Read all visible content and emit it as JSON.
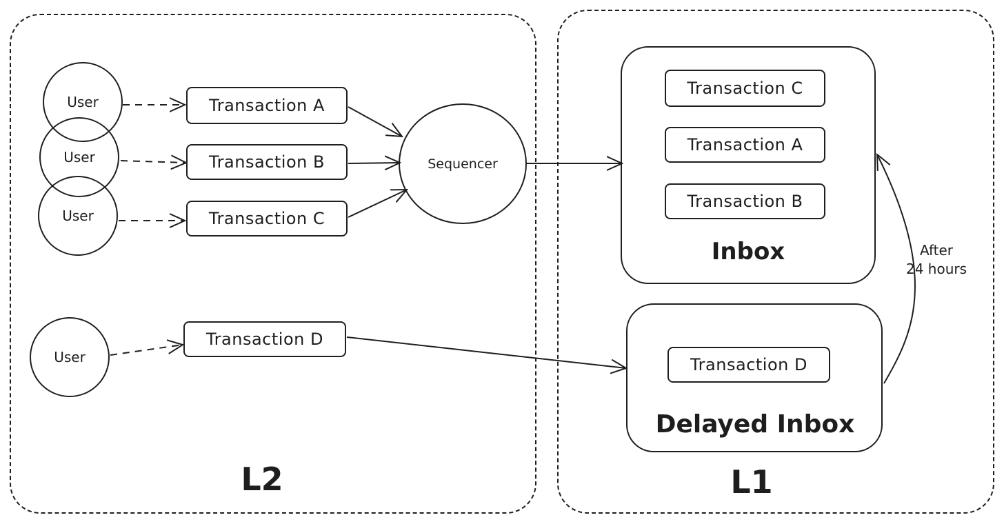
{
  "regions": {
    "l2_label": "L2",
    "l1_label": "L1"
  },
  "users": [
    {
      "label": "User"
    },
    {
      "label": "User"
    },
    {
      "label": "User"
    },
    {
      "label": "User"
    }
  ],
  "l2_transactions": [
    {
      "label": "Transaction A"
    },
    {
      "label": "Transaction B"
    },
    {
      "label": "Transaction C"
    },
    {
      "label": "Transaction D"
    }
  ],
  "sequencer": {
    "label": "Sequencer"
  },
  "inbox": {
    "title": "Inbox",
    "transactions": [
      {
        "label": "Transaction C"
      },
      {
        "label": "Transaction A"
      },
      {
        "label": "Transaction B"
      }
    ]
  },
  "delayed_inbox": {
    "title": "Delayed Inbox",
    "transactions": [
      {
        "label": "Transaction D"
      }
    ]
  },
  "edge_labels": {
    "after_line1": "After",
    "after_line2": "24 hours"
  }
}
